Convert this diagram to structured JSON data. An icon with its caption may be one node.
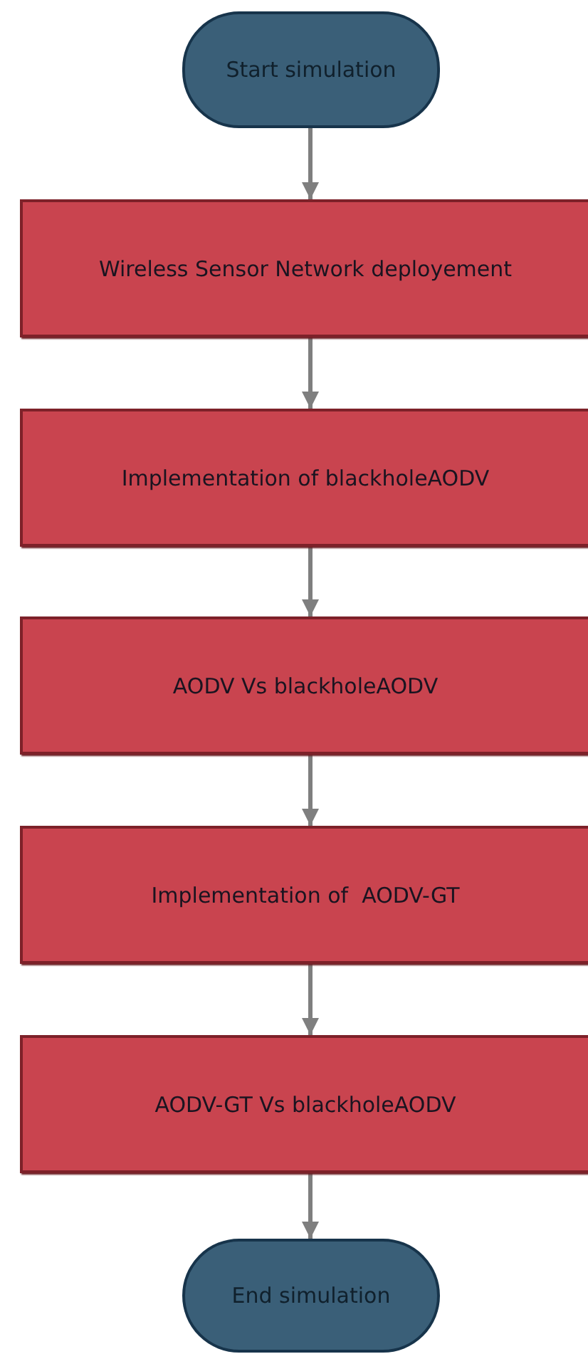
{
  "diagram": {
    "nodes": [
      {
        "text": [
          "Start simulation"
        ]
      },
      {
        "text": [
          "Wireless Sensor Network deployement"
        ]
      },
      {
        "text": [
          "Implementation of blackholeAODV"
        ]
      },
      {
        "text": [
          "AODV Vs blackholeAODV"
        ]
      },
      {
        "text": [
          "Implementation of  AODV-GT"
        ]
      },
      {
        "text": [
          "AODV-GT Vs blackholeAODV"
        ]
      },
      {
        "text": [
          "End simulation"
        ]
      }
    ],
    "edges": [
      {
        "from": 0,
        "to": 1,
        "arrow": "to"
      },
      {
        "from": 1,
        "to": 2,
        "arrow": "to"
      },
      {
        "from": 2,
        "to": 3,
        "arrow": "to"
      },
      {
        "from": 3,
        "to": 4,
        "arrow": "to"
      },
      {
        "from": 4,
        "to": 5,
        "arrow": "to"
      },
      {
        "from": 5,
        "to": 6,
        "arrow": "to"
      }
    ]
  }
}
